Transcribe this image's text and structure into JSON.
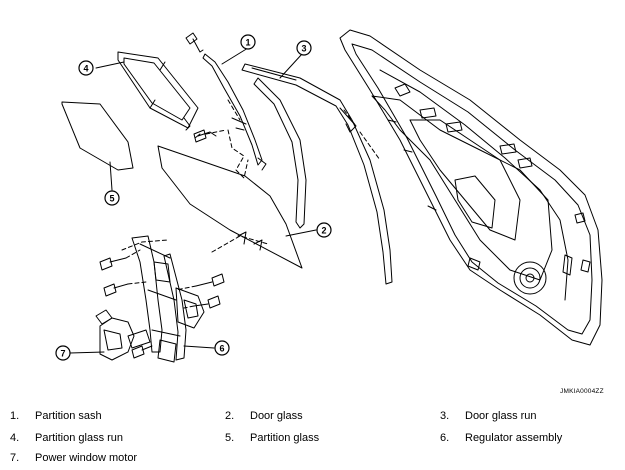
{
  "diagram": {
    "figure_id": "JMKIA0004ZZ",
    "callouts": [
      "1",
      "2",
      "3",
      "4",
      "5",
      "6",
      "7"
    ]
  },
  "legend": [
    {
      "num": "1.",
      "label": "Partition sash"
    },
    {
      "num": "2.",
      "label": "Door glass"
    },
    {
      "num": "3.",
      "label": "Door glass run"
    },
    {
      "num": "4.",
      "label": "Partition glass run"
    },
    {
      "num": "5.",
      "label": "Partition glass"
    },
    {
      "num": "6.",
      "label": "Regulator assembly"
    },
    {
      "num": "7.",
      "label": "Power window motor"
    }
  ]
}
